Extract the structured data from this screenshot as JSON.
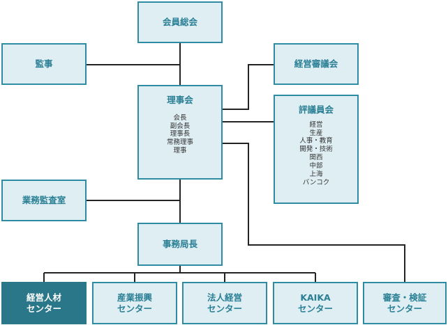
{
  "nodes": {
    "general_meeting": "会員総会",
    "auditor": "監事",
    "board": {
      "title": "理事会",
      "members": [
        "会長",
        "副会長",
        "理事長",
        "常務理事",
        "理事"
      ]
    },
    "management_council": "経営審議会",
    "councilors": {
      "title": "評議員会",
      "members": [
        "経営",
        "生産",
        "人事・教育",
        "開発・技術",
        "関西",
        "中部",
        "上海",
        "バンコク"
      ]
    },
    "internal_audit": "業務監査室",
    "secretary_general": "事務局長",
    "centers": [
      {
        "line1": "経営人材",
        "line2": "センター",
        "active": true
      },
      {
        "line1": "産業振興",
        "line2": "センター",
        "active": false
      },
      {
        "line1": "法人経営",
        "line2": "センター",
        "active": false
      },
      {
        "line1": "KAIKA",
        "line2": "センター",
        "active": false
      },
      {
        "line1": "審査・検証",
        "line2": "センター",
        "active": false
      }
    ]
  },
  "colors": {
    "box_fill": "#deeef3",
    "box_border": "#2d8ca2",
    "text": "#2a7f95",
    "active_fill": "#2a7789",
    "line": "#222222"
  }
}
